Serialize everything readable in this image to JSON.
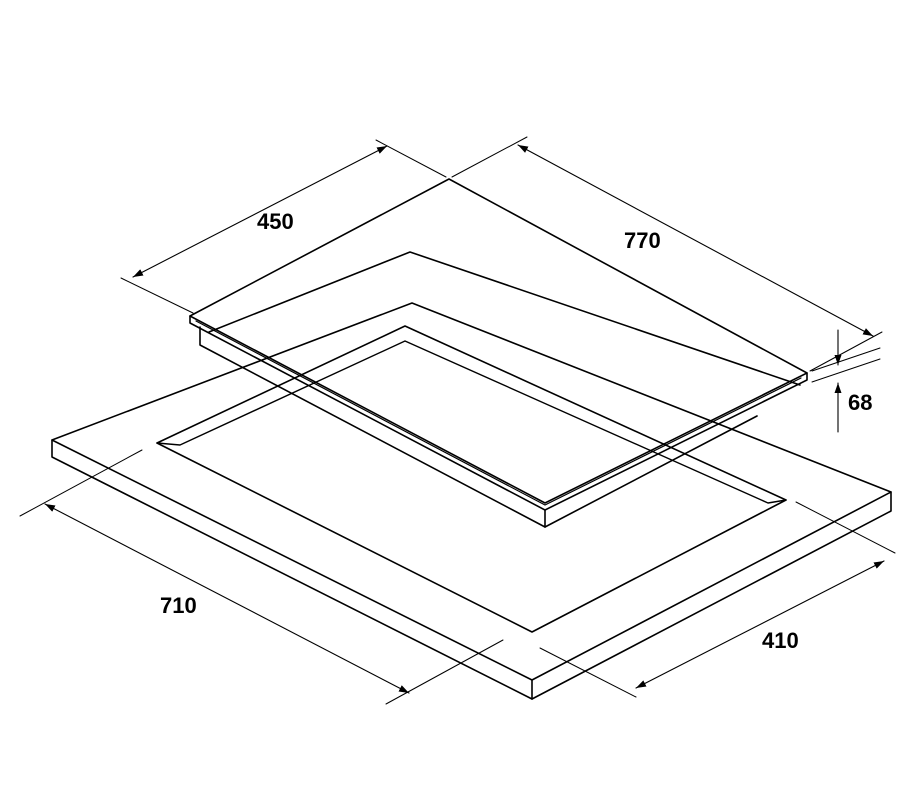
{
  "diagram": {
    "colors": {
      "line": "#000000",
      "background": "#ffffff"
    },
    "dimensions": {
      "hob_width": "450",
      "hob_length": "770",
      "hob_height": "68",
      "cutout_length": "710",
      "cutout_width": "410"
    }
  }
}
